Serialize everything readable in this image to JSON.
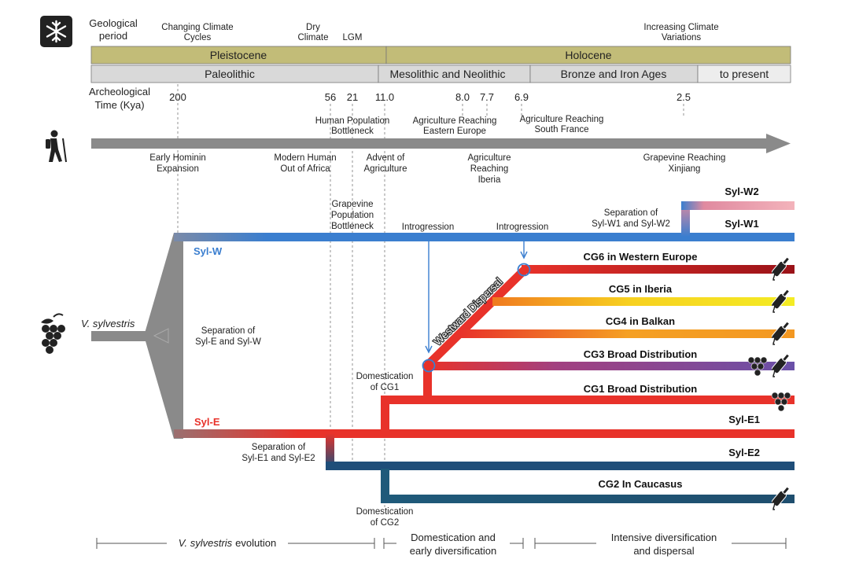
{
  "header": {
    "geological_label_1": "Geological",
    "geological_label_2": "period",
    "changing_climate_1": "Changing Climate",
    "changing_climate_2": "Cycles",
    "dry_climate_1": "Dry",
    "dry_climate_2": "Climate",
    "lgm": "LGM",
    "increasing_climate_1": "Increasing Climate",
    "increasing_climate_2": "Variations",
    "arch_time_1": "Archeological",
    "arch_time_2": "Time (Kya)"
  },
  "periods": {
    "geological": [
      "Pleistocene",
      "Holocene"
    ],
    "archaeological": [
      "Paleolithic",
      "Mesolithic and Neolithic",
      "Bronze and Iron Ages",
      "to present"
    ]
  },
  "time_ticks": [
    "200",
    "56",
    "21",
    "11.0",
    "8.0",
    "7.7",
    "6.9",
    "2.5"
  ],
  "human_events": {
    "population_bottleneck_1": "Human Population",
    "population_bottleneck_2": "Bottleneck",
    "agri_eastern_1": "Agriculture Reaching",
    "agri_eastern_2": "Eastern Europe",
    "agri_france_1": "Agriculture Reaching",
    "agri_france_2": "South France",
    "early_hominin_1": "Early Hominin",
    "early_hominin_2": "Expansion",
    "modern_human_1": "Modern Human",
    "modern_human_2": "Out of Africa",
    "advent_agri_1": "Advent of",
    "advent_agri_2": "Agriculture",
    "agri_iberia_1": "Agriculture",
    "agri_iberia_2": "Reaching",
    "agri_iberia_3": "Iberia",
    "grapevine_xinjiang_1": "Grapevine Reaching",
    "grapevine_xinjiang_2": "Xinjiang"
  },
  "grape_events": {
    "grape_bottleneck_1": "Grapevine",
    "grape_bottleneck_2": "Population",
    "grape_bottleneck_3": "Bottleneck",
    "introgression_1": "Introgression",
    "introgression_2": "Introgression",
    "sep_w1w2_1": "Separation of",
    "sep_w1w2_2": "Syl-W1 and Syl-W2",
    "v_sylvestris": "V. sylvestris",
    "sep_ew_1": "Separation of",
    "sep_ew_2": "Syl-E and Syl-W",
    "westward_dispersal": "Westward Dispersal",
    "dom_cg1_1": "Domestication",
    "dom_cg1_2": "of CG1",
    "sep_e1e2_1": "Separation of",
    "sep_e1e2_2": "Syl-E1 and Syl-E2",
    "dom_cg2_1": "Domestication",
    "dom_cg2_2": "of CG2"
  },
  "lineages": {
    "syl_w": "Syl-W",
    "syl_e": "Syl-E",
    "syl_w2": "Syl-W2",
    "syl_w1": "Syl-W1",
    "cg6": "CG6 in Western Europe",
    "cg5": "CG5 in Iberia",
    "cg4": "CG4 in Balkan",
    "cg3": "CG3 Broad Distribution",
    "cg1": "CG1 Broad Distribution",
    "syl_e1": "Syl-E1",
    "syl_e2": "Syl-E2",
    "cg2": "CG2 In Caucasus"
  },
  "phases": {
    "evolution_italic": "V. sylvestris",
    "evolution_rest": "evolution",
    "domestication_1": "Domestication and",
    "domestication_2": "early diversification",
    "intensive_1": "Intensive diversification",
    "intensive_2": "and dispersal"
  },
  "colors": {
    "olive": "#c2bc78",
    "grey_band": "#d9d9d9",
    "syl_w_blue": "#3a7ecf",
    "syl_e_red": "#e8322a",
    "syl_e2_navy": "#1f4e79",
    "cg6_darkred": "#a8141a",
    "cg5_yellow": "#f2e620",
    "cg4_orange": "#f59a22",
    "cg3_purple": "#6b4fa6",
    "syl_w2_pink": "#f0a8b0"
  },
  "icons": [
    "snowflake-icon",
    "hiker-icon",
    "grape-icon",
    "wine-bottle-icon"
  ]
}
